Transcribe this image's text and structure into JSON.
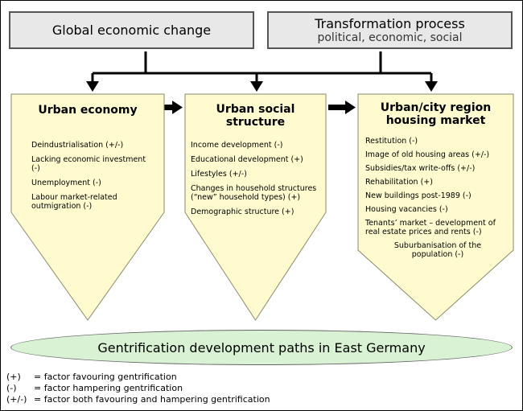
{
  "top_boxes": {
    "global": "Global economic change",
    "transformation_title": "Transformation process",
    "transformation_sub": "political, economic, social"
  },
  "columns": [
    {
      "title_lines": [
        "Urban economy"
      ],
      "items": [
        "Deindustrialisation (+/-)",
        "Lacking economic investment (-)",
        "Unemployment (-)",
        "Labour market-related outmigration (-)"
      ]
    },
    {
      "title_lines": [
        "Urban social",
        "structure"
      ],
      "items": [
        "Income development (-)",
        "Educational development (+)",
        "Lifestyles (+/-)",
        "Changes in household structures (“new” household types) (+)",
        "Demographic structure (+)"
      ]
    },
    {
      "title_lines": [
        "Urban/city region",
        "housing market"
      ],
      "items": [
        "Restitution (-)",
        "Image of old housing areas (+/-)",
        "Subsidies/tax write-offs (+/-)",
        "Rehabilitation (+)",
        "New buildings post-1989 (-)",
        "Housing vacancies (-)",
        "Tenants’ market – development of real estate prices and rents (-)",
        "Suburbanisation of the population (-)"
      ]
    }
  ],
  "outcome": "Gentrification development paths in East Germany",
  "legend": [
    {
      "symbol": "(+)",
      "text": "= factor favouring gentrification"
    },
    {
      "symbol": "(-)",
      "text": "= factor hampering gentrification"
    },
    {
      "symbol": "(+/-)",
      "text": "= factor both favouring and hampering gentrification"
    }
  ],
  "colors": {
    "box_fill": "#e8e8e8",
    "pentagon_fill": "#fffbcf",
    "ellipse_fill": "#d8f2d3",
    "connector": "#000000"
  }
}
